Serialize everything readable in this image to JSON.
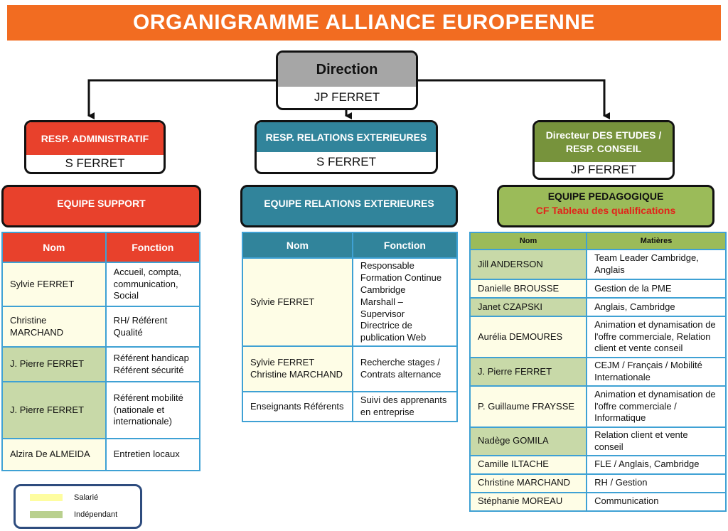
{
  "title": "ORGANIGRAMME ALLIANCE EUROPEENNE",
  "colors": {
    "title_bg": "#f26c21",
    "direction_head": "#a6a6a6",
    "admin": "#e8412c",
    "relations": "#31849b",
    "etudes": "#77933c",
    "pedagogique": "#9bbb59",
    "table_border": "#3fa1d4",
    "salarie": "#fefde6",
    "independant": "#c8d9a8"
  },
  "direction": {
    "label": "Direction",
    "name": "JP FERRET"
  },
  "admin": {
    "label": "RESP. ADMINISTRATIF",
    "name": "S FERRET"
  },
  "relations": {
    "label": "RESP. RELATIONS EXTERIEURES",
    "name": "S FERRET"
  },
  "etudes": {
    "label_line1": "Directeur DES ETUDES /",
    "label_line2": "RESP. CONSEIL",
    "name": "JP FERRET"
  },
  "teams": {
    "support": {
      "label": "EQUIPE  SUPPORT"
    },
    "relations": {
      "label": "EQUIPE RELATIONS EXTERIEURES"
    },
    "pedagogique": {
      "label": "EQUIPE PEDAGOGIQUE",
      "sub": "CF Tableau des qualifications"
    }
  },
  "support_table": {
    "headers": [
      "Nom",
      "Fonction"
    ],
    "rows": [
      {
        "name": "Sylvie  FERRET",
        "lines": [
          "Accueil, compta,",
          "communication,",
          "Social"
        ],
        "status": "salarie"
      },
      {
        "name_lines": [
          "Christine",
          "MARCHAND"
        ],
        "lines": [
          "RH/ Référent",
          "Qualité"
        ],
        "status": "salarie"
      },
      {
        "name": "J. Pierre FERRET",
        "lines": [
          "Référent handicap",
          "Référent sécurité"
        ],
        "status": "independant"
      },
      {
        "name": "J. Pierre FERRET",
        "lines": [
          "Référent mobilité",
          "(nationale et",
          "internationale)"
        ],
        "status": "independant"
      },
      {
        "name": "Alzira De ALMEIDA",
        "lines": [
          "Entretien locaux"
        ],
        "status": "salarie"
      }
    ]
  },
  "relations_table": {
    "headers": [
      "Nom",
      "Fonction"
    ],
    "rows": [
      {
        "name_lines": [
          "Sylvie  FERRET"
        ],
        "lines": [
          "Responsable",
          "Formation Continue",
          "Cambridge",
          "Marshall – Supervisor",
          "Directrice de",
          "publication Web"
        ],
        "status": "salarie"
      },
      {
        "name_lines": [
          "Sylvie FERRET",
          "Christine MARCHAND"
        ],
        "lines": [
          "Recherche stages /",
          "Contrats  alternance"
        ],
        "status": "salarie"
      },
      {
        "name_lines": [
          "Enseignants Référents"
        ],
        "lines": [
          "Suivi des apprenants",
          "en entreprise"
        ],
        "status": "none"
      }
    ]
  },
  "pedago_table": {
    "headers": [
      "Nom",
      "Matières"
    ],
    "rows": [
      {
        "name": "Jill ANDERSON",
        "lines": [
          "Team Leader Cambridge,",
          "Anglais"
        ],
        "status": "independant"
      },
      {
        "name": "Danielle BROUSSE",
        "lines": [
          "Gestion de la PME"
        ],
        "status": "salarie"
      },
      {
        "name": "Janet CZAPSKI",
        "lines": [
          "Anglais, Cambridge"
        ],
        "status": "independant"
      },
      {
        "name": "Aurélia DEMOURES",
        "lines": [
          "Animation  et dynamisation de",
          "l'offre commerciale, Relation",
          "client et vente conseil"
        ],
        "status": "salarie"
      },
      {
        "name": "J. Pierre FERRET",
        "lines": [
          "CEJM  / Français /  Mobilité",
          "Internationale"
        ],
        "status": "independant"
      },
      {
        "name": "P. Guillaume FRAYSSE",
        "lines": [
          "Animation et dynamisation de",
          "l'offre commerciale /",
          "Informatique"
        ],
        "status": "salarie"
      },
      {
        "name": "Nadège GOMILA",
        "lines": [
          "Relation client et vente conseil"
        ],
        "status": "independant"
      },
      {
        "name": "Camille ILTACHE",
        "lines": [
          "FLE / Anglais, Cambridge"
        ],
        "status": "salarie"
      },
      {
        "name": "Christine MARCHAND",
        "lines": [
          "RH / Gestion"
        ],
        "status": "salarie"
      },
      {
        "name": "Stéphanie MOREAU",
        "lines": [
          "Communication"
        ],
        "status": "salarie"
      }
    ]
  },
  "legend": {
    "salarie": "Salarié",
    "independant": "Indépendant"
  }
}
